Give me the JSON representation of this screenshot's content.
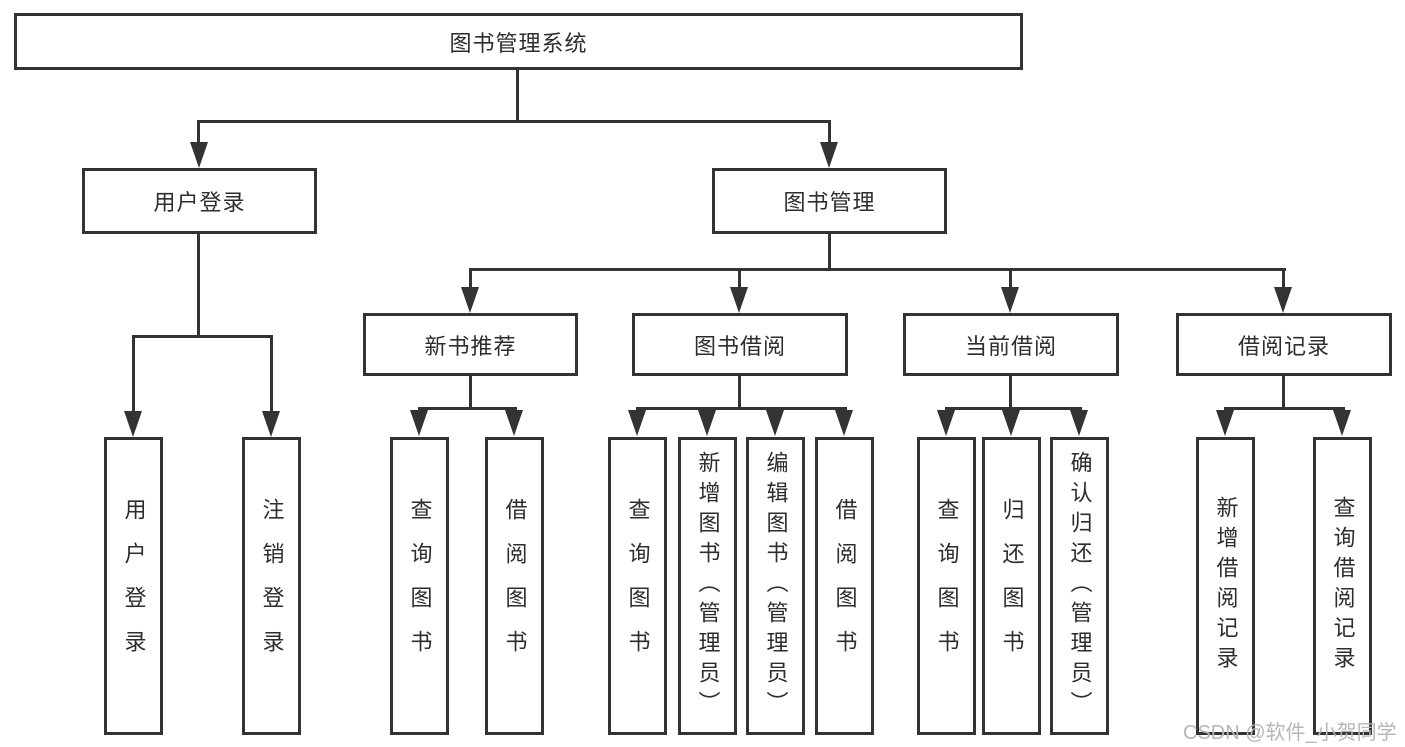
{
  "diagram": {
    "root": "图书管理系统",
    "level2": [
      "用户登录",
      "图书管理"
    ],
    "level3": [
      "新书推荐",
      "图书借阅",
      "当前借阅",
      "借阅记录"
    ],
    "leaves": [
      "用户登录",
      "注销登录",
      "查询图书",
      "借阅图书",
      "查询图书",
      "新增图书（管理员）",
      "编辑图书（管理员）",
      "借阅图书",
      "查询图书",
      "归还图书",
      "确认归还（管理员）",
      "新增借阅记录",
      "查询借阅记录"
    ]
  },
  "watermark": "CSDN @软件_小贺同学",
  "colors": {
    "line": "#333333",
    "text": "#2d2d2d",
    "watermark": "#b6b6b6",
    "box_background": "#ffffff"
  }
}
